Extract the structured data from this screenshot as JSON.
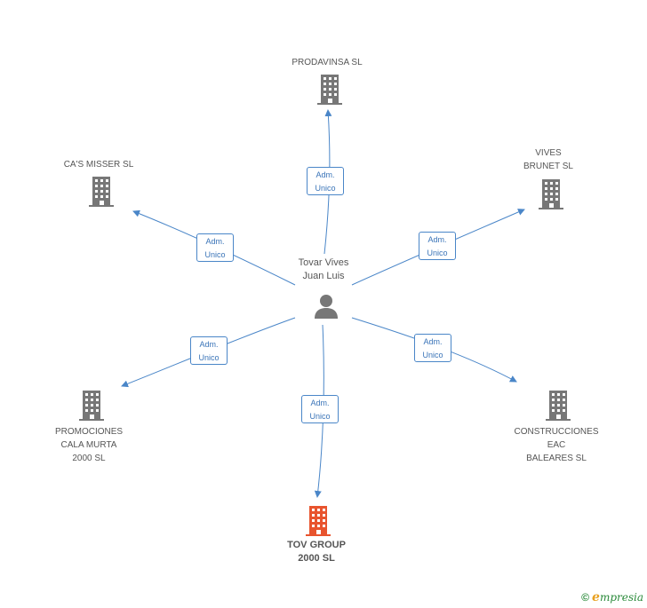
{
  "center": {
    "name": "Tovar Vives\nJuan Luis"
  },
  "relation_label": "Adm.\nUnico",
  "companies": [
    {
      "id": "prodavinsa",
      "name": "PRODAVINSA SL",
      "highlight": false
    },
    {
      "id": "cas-misser",
      "name": "CA'S MISSER SL",
      "highlight": false
    },
    {
      "id": "vives-brunet",
      "name": "VIVES\nBRUNET SL",
      "highlight": false
    },
    {
      "id": "promociones",
      "name": "PROMOCIONES\nCALA MURTA\n2000 SL",
      "highlight": false
    },
    {
      "id": "construcciones",
      "name": "CONSTRUCCIONES\nEAC\nBALEARES SL",
      "highlight": false
    },
    {
      "id": "tov-group",
      "name": "TOV GROUP\n2000 SL",
      "highlight": true
    }
  ],
  "colors": {
    "edge": "#4a86c8",
    "building": "#777777",
    "building_highlight": "#e8542e",
    "person": "#777777"
  },
  "brand": {
    "copyright": "©",
    "e": "e",
    "rest": "mpresia"
  }
}
